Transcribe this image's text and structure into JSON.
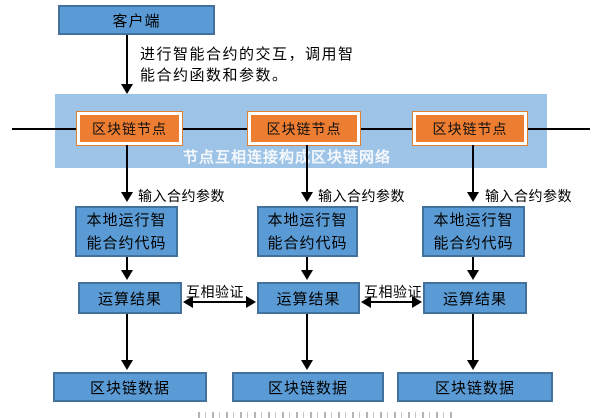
{
  "colors": {
    "box_blue": "#5B9BD5",
    "box_blue_border": "#41719C",
    "band_blue": "#9DC3E6",
    "node_orange": "#ED7D31",
    "line_black": "#000000",
    "band_caption_text": "#FFFFFF"
  },
  "client": {
    "label": "客户端"
  },
  "note": {
    "line1": "进行智能合约的交互，调用智",
    "line2": "能合约函数和参数。"
  },
  "band": {
    "caption": "节点互相连接构成区块链网络",
    "nodes": [
      "区块链节点",
      "区块链节点",
      "区块链节点"
    ]
  },
  "columns": [
    {
      "input_label": "输入合约参数",
      "run_line1": "本地运行智",
      "run_line2": "能合约代码",
      "result_label": "运算结果",
      "data_label": "区块链数据"
    },
    {
      "input_label": "输入合约参数",
      "run_line1": "本地运行智",
      "run_line2": "能合约代码",
      "result_label": "运算结果",
      "data_label": "区块链数据"
    },
    {
      "input_label": "输入合约参数",
      "run_line1": "本地运行智",
      "run_line2": "能合约代码",
      "result_label": "运算结果",
      "data_label": "区块链数据"
    }
  ],
  "verify_labels": [
    "互相验证",
    "互相验证"
  ]
}
